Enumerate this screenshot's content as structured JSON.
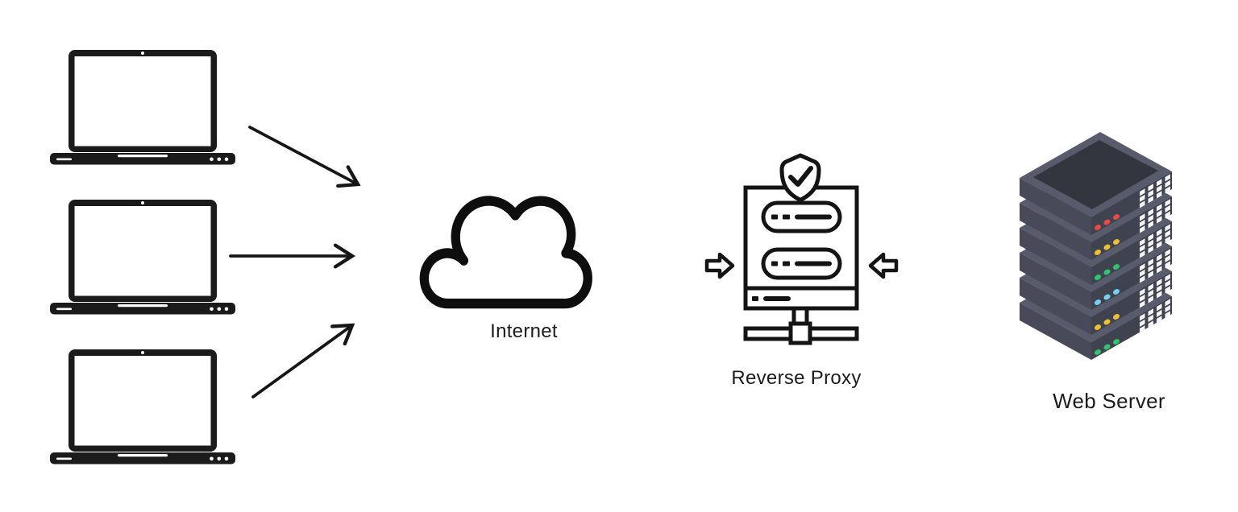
{
  "clients": {
    "count": 3
  },
  "internet": {
    "label": "Internet"
  },
  "reverse_proxy": {
    "label": "Reverse Proxy"
  },
  "web_server": {
    "label": "Web Server",
    "led_row_colors": [
      "#e94b42",
      "#f0c12f",
      "#2ec56f",
      "#79cef3",
      "#f0c12f",
      "#2ec56f"
    ],
    "palette": {
      "top": "#585b6c",
      "top_inset": "#33353f",
      "left": "#484a5a",
      "right": "#3f424f",
      "vent": "#f5f5f7"
    }
  },
  "ink_color": "#161616",
  "background": "#ffffff"
}
